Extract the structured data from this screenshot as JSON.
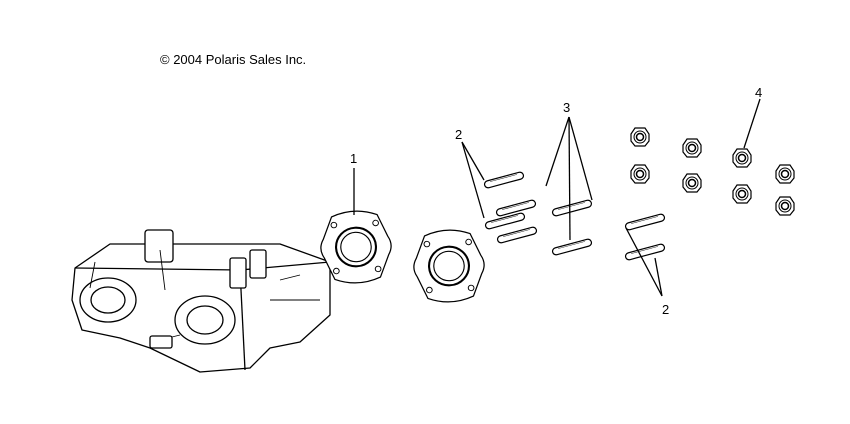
{
  "copyright": "© 2004 Polaris Sales Inc.",
  "callouts": [
    "1",
    "2",
    "3",
    "4",
    "2"
  ],
  "parts": {
    "cylinder_head": "cylinder-head",
    "gasket": "exhaust-gasket",
    "stud": "stud",
    "nut": "flange-nut"
  },
  "colors": {
    "line": "#000000",
    "background": "#ffffff"
  }
}
